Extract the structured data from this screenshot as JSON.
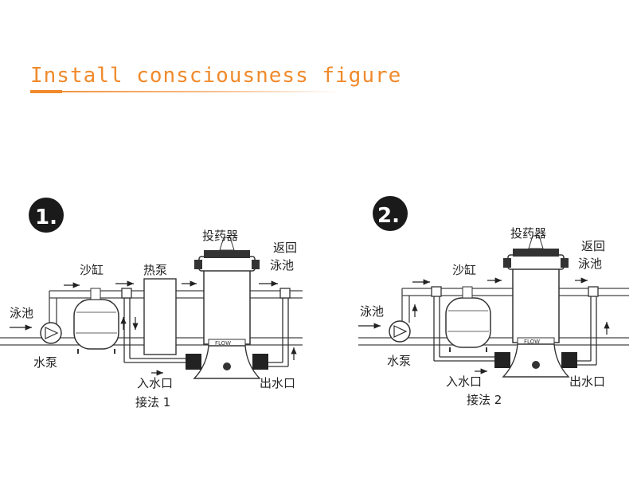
{
  "title": "Install consciousness figure",
  "diagrams": [
    {
      "step": "1.",
      "labels": {
        "dispenser": "投药器",
        "return_pool": [
          "返回",
          "泳池"
        ],
        "sand_tank": "沙缸",
        "heat_pump": "热泵",
        "pool": "泳池",
        "water_pump": "水泵",
        "inlet": "入水口",
        "outlet": "出水口",
        "method": "接法 1",
        "flow": "FLOW"
      }
    },
    {
      "step": "2.",
      "labels": {
        "dispenser": "投药器",
        "return_pool": [
          "返回",
          "泳池"
        ],
        "sand_tank": "沙缸",
        "pool": "泳池",
        "water_pump": "水泵",
        "inlet": "入水口",
        "outlet": "出水口",
        "method": "接法 2",
        "flow": "FLOW"
      }
    }
  ]
}
